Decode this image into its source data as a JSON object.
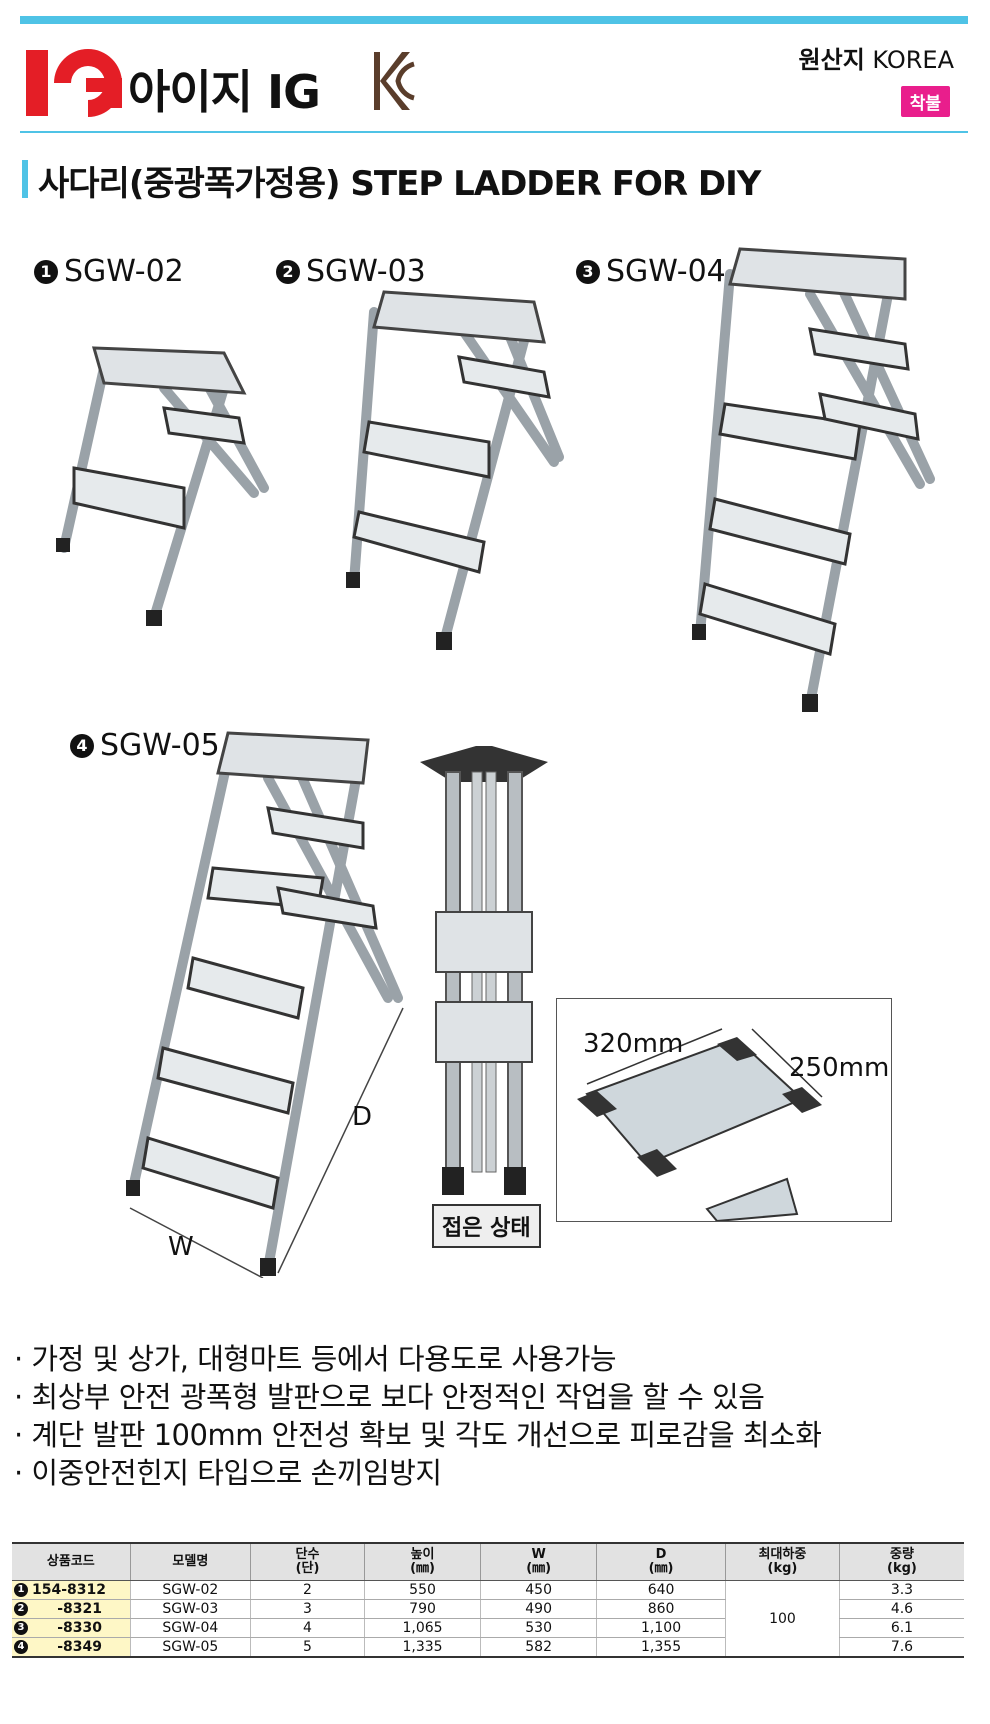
{
  "brand": {
    "name": "아이지 IG",
    "logo_text": "IG"
  },
  "origin": {
    "label": "원산지",
    "value": "KOREA"
  },
  "badge": "착불",
  "title": "사다리(중광폭가정용) STEP LADDER FOR DIY",
  "models": [
    {
      "num": "1",
      "name": "SGW-02"
    },
    {
      "num": "2",
      "name": "SGW-03"
    },
    {
      "num": "3",
      "name": "SGW-04"
    },
    {
      "num": "4",
      "name": "SGW-05"
    }
  ],
  "diagram": {
    "w_label": "W",
    "d_label": "D",
    "folded_label": "접은 상태",
    "dim1": "320mm",
    "dim2": "250mm"
  },
  "bullets": [
    "· 가정 및 상가, 대형마트 등에서 다용도로 사용가능",
    "· 최상부 안전 광폭형 발판으로 보다 안정적인 작업을 할 수 있음",
    "· 계단 발판 100mm 안전성 확보 및 각도 개선으로 피로감을 최소화",
    "· 이중안전힌지 타입으로 손끼임방지"
  ],
  "table": {
    "headers": [
      "상품코드",
      "모델명",
      "단수\n(단)",
      "높이\n(㎜)",
      "W\n(㎜)",
      "D\n(㎜)",
      "최대하중\n(kg)",
      "중량\n(kg)"
    ],
    "rows": [
      {
        "num": "1",
        "code": "154-8312",
        "model": "SGW-02",
        "steps": "2",
        "height": "550",
        "w": "450",
        "d": "640",
        "weight": "3.3"
      },
      {
        "num": "2",
        "code": "-8321",
        "model": "SGW-03",
        "steps": "3",
        "height": "790",
        "w": "490",
        "d": "860",
        "weight": "4.6"
      },
      {
        "num": "3",
        "code": "-8330",
        "model": "SGW-04",
        "steps": "4",
        "height": "1,065",
        "w": "530",
        "d": "1,100",
        "weight": "6.1"
      },
      {
        "num": "4",
        "code": "-8349",
        "model": "SGW-05",
        "steps": "5",
        "height": "1,335",
        "w": "582",
        "d": "1,355",
        "weight": "7.6"
      }
    ],
    "max_load": "100"
  }
}
